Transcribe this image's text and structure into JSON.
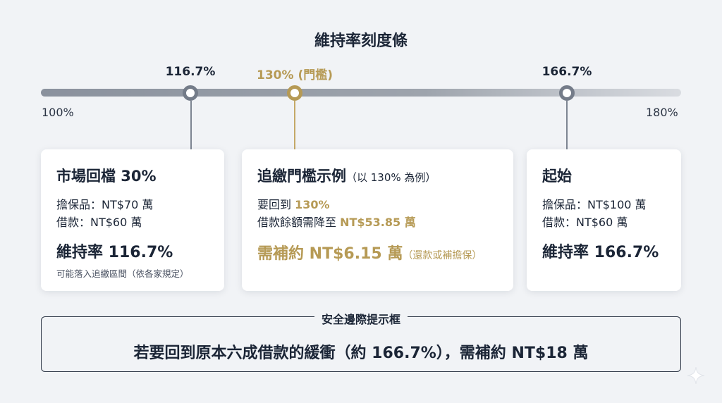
{
  "title": "維持率刻度條",
  "scale": {
    "min_label": "100%",
    "max_label": "180%",
    "markers": [
      {
        "label": "116.7%",
        "value": 116.7
      },
      {
        "label": "130% (門檻)",
        "value": 130
      },
      {
        "label": "166.7%",
        "value": 166.7
      }
    ]
  },
  "cards": {
    "drop": {
      "title": "市場回檔 30%",
      "collateral": "擔保品：NT$70 萬",
      "loan": "借款：NT$60 萬",
      "ratio": "維持率 116.7%",
      "note": "可能落入追繳區間（依各家規定）"
    },
    "threshold": {
      "title": "追繳門檻示例",
      "title_note": "（以 130% 為例）",
      "line1_prefix": "要回到 ",
      "line1_value": "130%",
      "line2_prefix": "借款餘額需降至 ",
      "line2_value": "NT$53.85 萬",
      "need": "需補約 NT$6.15 萬",
      "need_note": "（還款或補擔保）"
    },
    "start": {
      "title": "起始",
      "collateral": "擔保品：NT$100 萬",
      "loan": "借款：NT$60 萬",
      "ratio": "維持率 166.7%"
    }
  },
  "safety": {
    "title": "安全邊際提示框",
    "text": "若要回到原本六成借款的緩衝（約 166.7%），需補約 NT$18 萬"
  },
  "colors": {
    "gold": "#b69a55",
    "navy": "#1b2536",
    "gray_marker": "#747c89",
    "background": "#f1f3f6"
  }
}
